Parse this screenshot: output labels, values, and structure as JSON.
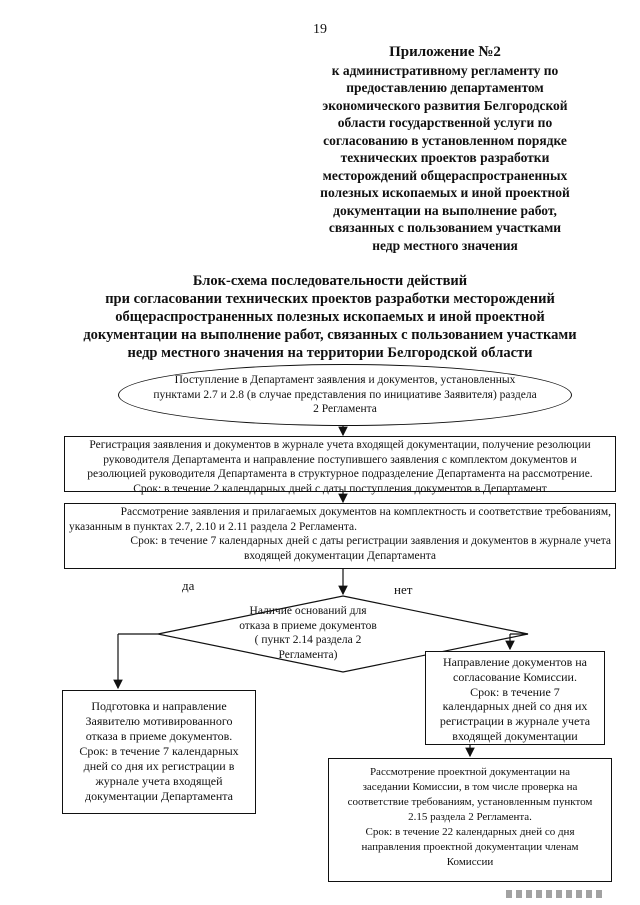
{
  "page_number": "19",
  "appendix": {
    "title": "Приложение №2",
    "lines": [
      "к административному регламенту по",
      "предоставлению департаментом",
      "экономического развития Белгородской",
      "области государственной услуги по",
      "согласованию в установленном порядке",
      "технических проектов разработки",
      "месторождений общераспространенных",
      "полезных ископаемых и иной проектной",
      "документации на выполнение работ,",
      "связанных с пользованием участками",
      "недр местного значения"
    ]
  },
  "flowchart_title": [
    "Блок-схема последовательности действий",
    "при согласовании технических проектов разработки месторождений",
    "общераспространенных полезных ископаемых и иной проектной",
    "документации на выполнение работ, связанных с пользованием участками",
    "недр местного значения на территории Белгородской области"
  ],
  "start_ellipse": [
    "Поступление в Департамент заявления и документов, установленных",
    "пунктами 2.7 и 2.8 (в случае представления по инициативе Заявителя) раздела",
    "2 Регламента"
  ],
  "step_registration": [
    "Регистрация заявления и документов в журнале учета входящей документации, получение резолюции",
    "руководителя Департамента и направление поступившего заявления с комплектом документов и",
    "резолюцией руководителя Департамента в структурное подразделение Департамента на рассмотрение.",
    "Срок: в течение 2 календарных дней с даты поступления документов в Департамент"
  ],
  "step_review": [
    "Рассмотрение заявления и прилагаемых документов на комплектность и соответствие требованиям,",
    "указанным в пунктах 2.7, 2.10 и 2.11 раздела 2 Регламента.",
    "Срок: в течение 7 календарных дней с даты регистрации заявления и документов в журнале учета",
    "входящей документации Департамента"
  ],
  "branch_yes": "да",
  "branch_no": "нет",
  "decision": [
    "Наличие оснований для",
    "отказа в приеме документов",
    "( пункт 2.14 раздела 2",
    "Регламента)"
  ],
  "step_refusal": [
    "Подготовка и направление",
    "Заявителю мотивированного",
    "отказа в приеме документов.",
    "Срок: в течение 7 календарных",
    "дней со дня их регистрации в",
    "журнале учета входящей",
    "документации Департамента"
  ],
  "step_commission_send": [
    "Направление документов на",
    "согласование Комиссии.",
    "Срок: в течение 7",
    "календарных дней со дня их",
    "регистрации в журнале учета",
    "входящей документации"
  ],
  "step_commission_review": [
    "Рассмотрение проектной документации на",
    "заседании Комиссии, в том числе проверка на",
    "соответствие требованиям, установленным пунктом",
    "2.15 раздела 2 Регламента.",
    "Срок: в течение 22 календарных дней со дня",
    "направления проектной документации членам",
    "Комиссии"
  ]
}
